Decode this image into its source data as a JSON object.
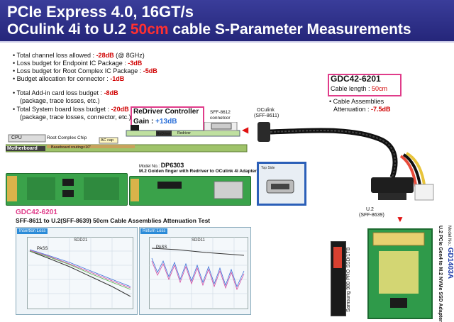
{
  "header": {
    "line1": "PCIe Express 4.0, 16GT/s",
    "line2_pre": "OCulink 4i to U.2 ",
    "line2_red": "50cm",
    "line2_post": " cable S-Parameter Measurements"
  },
  "budget": {
    "items": [
      {
        "pre": "• Total channel loss allowed : ",
        "val": "-28dB",
        "post": " (@ 8GHz)"
      },
      {
        "pre": "• Loss budget for Endpoint IC Package : ",
        "val": "-3dB",
        "post": ""
      },
      {
        "pre": "• Loss budget for Root Complex IC Package : ",
        "val": "-5dB",
        "post": ""
      },
      {
        "pre": "• Budget allocation for connector : ",
        "val": "-1dB",
        "post": ""
      }
    ],
    "addin_pre": "• Total Add-in card loss budget : ",
    "addin_val": "-8dB",
    "addin_sub": "(package, trace losses, etc.)",
    "system_pre": "• Total System board loss budget : ",
    "system_val": "-20dB",
    "system_sub": "(package, trace losses, connector, etc.)"
  },
  "redriver": {
    "title": "ReDriver Controller",
    "gain_pre": "Gain : ",
    "gain_val": "+13dB"
  },
  "board_labels": {
    "sff8612": "SFF-8612",
    "connector": "connetcor",
    "cpu": "CPU",
    "root_complex": "Root Complex Chip",
    "motherboard": "Motherboard",
    "baseboard_routing": "Baseboard routing<10\"",
    "ac_cap": "AC cap",
    "redriver_chip": "ReDriver",
    "redriver_side": "Redriver"
  },
  "oculink": {
    "name": "OCulink",
    "spec": "(SFF-8611)"
  },
  "gdc_box": {
    "model": "GDC42-6201",
    "length_pre": "Cable length : ",
    "length_val": "50cm",
    "assemblies": "• Cable Assemblies",
    "atten_pre": "Attenuation : ",
    "atten_val": "-7.5dB"
  },
  "adapter": {
    "model_pre": "Model No.: ",
    "model": "DP6303",
    "desc": "M.2 Golden finger with Redriver to OCulink 4i Adapter",
    "top_side": "Top Side"
  },
  "test": {
    "model": "GDC42-6201",
    "title": "SFF-8611 to U.2(SFF-8639) 50cm Cable Assemblies Attenuation Test",
    "insertion_tab": "Insertion Loss",
    "return_tab": "Return Loss",
    "sdd21": "SDD21",
    "sdd11": "SDD11",
    "pass": "PASS"
  },
  "u2": {
    "name": "U.2",
    "spec": "(SFF-8639)"
  },
  "ssd": {
    "label": "Samsung 980 PRO SSD/1TB",
    "model_pre": "Model No.: ",
    "model": "GD1403A",
    "desc": "U.2 PCIe Gen4 to M.2 NVMe SSD Adapter"
  },
  "colors": {
    "header_bg": "#2e308a",
    "accent_red": "#d00000",
    "highlight_pink": "#e03c8a",
    "pcb_green": "#3aa24a"
  }
}
